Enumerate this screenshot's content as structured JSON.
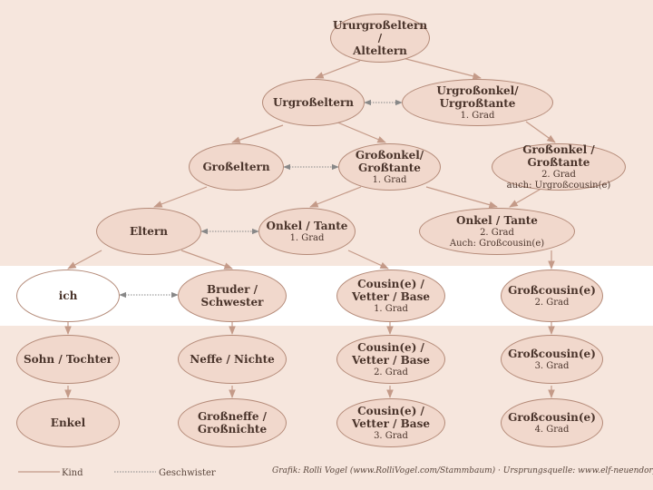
{
  "nodes": {
    "ururgrosseltern": {
      "name": "Ururgroßeltern /\nAlteltern",
      "degree": ""
    },
    "urgrosseltern": {
      "name": "Urgroßeltern",
      "degree": ""
    },
    "urgrossonkel": {
      "name": "Urgroßonkel/\nUrgroßtante",
      "degree": "1. Grad"
    },
    "grosseltern": {
      "name": "Großeltern",
      "degree": ""
    },
    "grossonkel1": {
      "name": "Großonkel/\nGroßtante",
      "degree": "1. Grad"
    },
    "grossonkel2": {
      "name": "Großonkel / Großtante",
      "degree": "2. Grad\nauch: Urgroßcousin(e)"
    },
    "eltern": {
      "name": "Eltern",
      "degree": ""
    },
    "onkel1": {
      "name": "Onkel / Tante",
      "degree": "1. Grad"
    },
    "onkel2": {
      "name": "Onkel / Tante",
      "degree": "2. Grad\nAuch: Großcousin(e)"
    },
    "ich": {
      "name": "ich",
      "degree": ""
    },
    "bruder": {
      "name": "Bruder /\nSchwester",
      "degree": ""
    },
    "cousin1": {
      "name": "Cousin(e) /\nVetter / Base",
      "degree": "1. Grad"
    },
    "grosscousin2": {
      "name": "Großcousin(e)",
      "degree": "2. Grad"
    },
    "sohn": {
      "name": "Sohn / Tochter",
      "degree": ""
    },
    "neffe": {
      "name": "Neffe / Nichte",
      "degree": ""
    },
    "cousin2": {
      "name": "Cousin(e) /\nVetter / Base",
      "degree": "2. Grad"
    },
    "grosscousin3": {
      "name": "Großcousin(e)",
      "degree": "3. Grad"
    },
    "enkel": {
      "name": "Enkel",
      "degree": ""
    },
    "grossneffe": {
      "name": "Großneffe /\nGroßnichte",
      "degree": ""
    },
    "cousin3": {
      "name": "Cousin(e) /\nVetter / Base",
      "degree": "3. Grad"
    },
    "grosscousin4": {
      "name": "Großcousin(e)",
      "degree": "4. Grad"
    }
  },
  "legend": {
    "kind": "Kind",
    "geschwister": "Geschwister"
  },
  "credit": "Grafik: Rolli Vogel (www.RolliVogel.com/Stammbaum) · Ursprungsquelle: www.elf-neuendorfer.de",
  "colors": {
    "background": "#f6e6dd",
    "node_fill": "#f1d8cc",
    "line": "#c49a88",
    "highlight_band": "#ffffff"
  }
}
